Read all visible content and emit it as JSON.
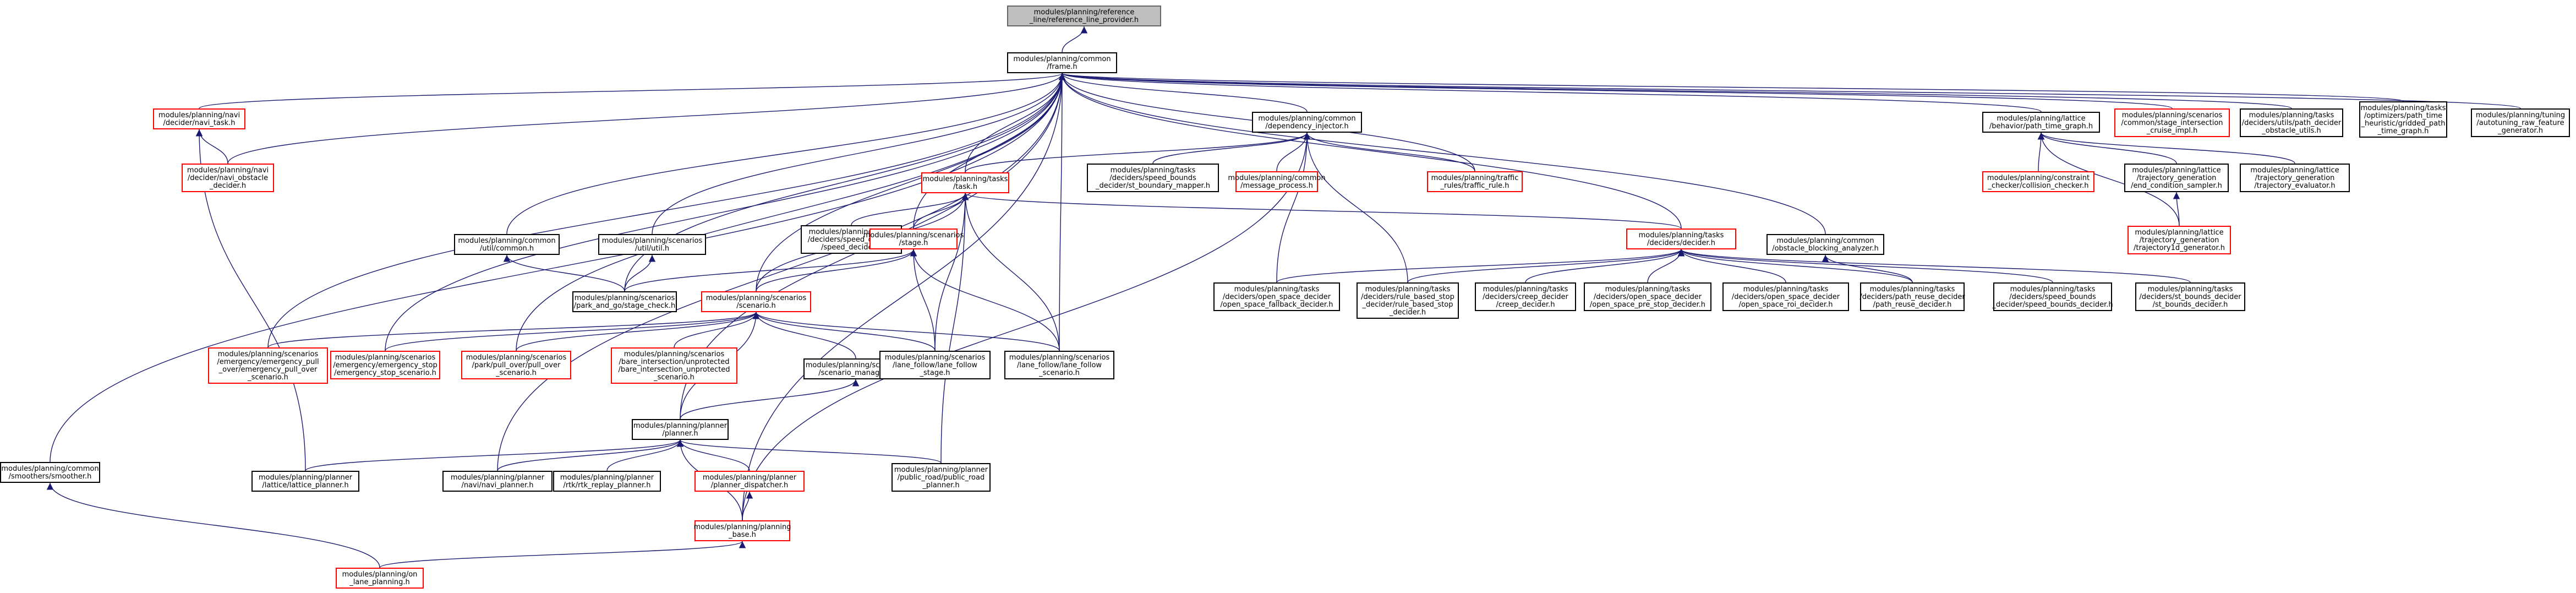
{
  "graph": {
    "title": "",
    "colors": {
      "edge": "#191970",
      "root_fill": "#bfbfbf",
      "root_border": "#666666",
      "node_border": "#000000",
      "truncated_border": "#ff0000",
      "background": "#ffffff"
    },
    "nodes": [
      {
        "id": "n0",
        "lines": [
          "modules/planning/reference",
          "_line/reference_line_provider.h"
        ],
        "style": "root",
        "tip": "This graph shows which files directly or indirectly include this file"
      },
      {
        "id": "n1",
        "lines": [
          "modules/planning/common",
          "/frame.h"
        ],
        "style": "black"
      },
      {
        "id": "n2",
        "lines": [
          "modules/planning/navi",
          "/decider/navi_task.h"
        ],
        "style": "red"
      },
      {
        "id": "n3",
        "lines": [
          "modules/planning/navi",
          "/decider/navi_obstacle",
          "_decider.h"
        ],
        "style": "red"
      },
      {
        "id": "n4",
        "lines": [
          "modules/planning/common",
          "/dependency_injector.h"
        ],
        "style": "black"
      },
      {
        "id": "n5",
        "lines": [
          "modules/planning/tasks",
          "/task.h"
        ],
        "style": "red"
      },
      {
        "id": "n6",
        "lines": [
          "modules/planning/tasks",
          "/deciders/speed_bounds",
          "_decider/st_boundary_mapper.h"
        ],
        "style": "black"
      },
      {
        "id": "n7",
        "lines": [
          "modules/planning/common",
          "/message_process.h"
        ],
        "style": "red"
      },
      {
        "id": "n8",
        "lines": [
          "modules/planning/traffic",
          "_rules/traffic_rule.h"
        ],
        "style": "red"
      },
      {
        "id": "n9",
        "lines": [
          "modules/planning/tasks",
          "/deciders/decider.h"
        ],
        "style": "red"
      },
      {
        "id": "n10",
        "lines": [
          "modules/planning/common",
          "/obstacle_blocking_analyzer.h"
        ],
        "style": "black"
      },
      {
        "id": "n11",
        "lines": [
          "modules/planning/lattice",
          "/behavior/path_time_graph.h"
        ],
        "style": "black"
      },
      {
        "id": "n12",
        "lines": [
          "modules/planning/constraint",
          "_checker/collision_checker.h"
        ],
        "style": "red"
      },
      {
        "id": "n13",
        "lines": [
          "modules/planning/lattice",
          "/trajectory_generation",
          "/end_condition_sampler.h"
        ],
        "style": "black"
      },
      {
        "id": "n14",
        "lines": [
          "modules/planning/lattice",
          "/trajectory_generation",
          "/trajectory_evaluator.h"
        ],
        "style": "black"
      },
      {
        "id": "n15",
        "lines": [
          "modules/planning/lattice",
          "/trajectory_generation",
          "/trajectory1d_generator.h"
        ],
        "style": "red"
      },
      {
        "id": "n16",
        "lines": [
          "modules/planning/scenarios",
          "/common/stage_intersection",
          "_cruise_impl.h"
        ],
        "style": "red"
      },
      {
        "id": "n17",
        "lines": [
          "modules/planning/tasks",
          "/deciders/utils/path_decider",
          "_obstacle_utils.h"
        ],
        "style": "black"
      },
      {
        "id": "n18",
        "lines": [
          "modules/planning/tasks",
          "/optimizers/path_time",
          "_heuristic/gridded_path",
          "_time_graph.h"
        ],
        "style": "black"
      },
      {
        "id": "n19",
        "lines": [
          "modules/planning/tuning",
          "/autotuning_raw_feature",
          "_generator.h"
        ],
        "style": "black"
      },
      {
        "id": "n20",
        "lines": [
          "modules/planning/common",
          "/util/common.h"
        ],
        "style": "black"
      },
      {
        "id": "n21",
        "lines": [
          "modules/planning/scenarios",
          "/util/util.h"
        ],
        "style": "black"
      },
      {
        "id": "n22",
        "lines": [
          "modules/planning/tasks",
          "/deciders/speed_decider",
          "/speed_decider.h"
        ],
        "style": "black"
      },
      {
        "id": "n23",
        "lines": [
          "modules/planning/scenarios",
          "/stage.h"
        ],
        "style": "red"
      },
      {
        "id": "n24",
        "lines": [
          "modules/planning/scenarios",
          "/park_and_go/stage_check.h"
        ],
        "style": "black"
      },
      {
        "id": "n25",
        "lines": [
          "modules/planning/scenarios",
          "/scenario.h"
        ],
        "style": "red"
      },
      {
        "id": "n26",
        "lines": [
          "modules/planning/tasks",
          "/deciders/open_space_decider",
          "/open_space_fallback_decider.h"
        ],
        "style": "black"
      },
      {
        "id": "n27",
        "lines": [
          "modules/planning/tasks",
          "/deciders/rule_based_stop",
          "_decider/rule_based_stop",
          "_decider.h"
        ],
        "style": "black"
      },
      {
        "id": "n28",
        "lines": [
          "modules/planning/tasks",
          "/deciders/creep_decider",
          "/creep_decider.h"
        ],
        "style": "black"
      },
      {
        "id": "n29",
        "lines": [
          "modules/planning/tasks",
          "/deciders/open_space_decider",
          "/open_space_pre_stop_decider.h"
        ],
        "style": "black"
      },
      {
        "id": "n30",
        "lines": [
          "modules/planning/tasks",
          "/deciders/open_space_decider",
          "/open_space_roi_decider.h"
        ],
        "style": "black"
      },
      {
        "id": "n31",
        "lines": [
          "modules/planning/tasks",
          "/deciders/path_reuse_decider",
          "/path_reuse_decider.h"
        ],
        "style": "black"
      },
      {
        "id": "n32",
        "lines": [
          "modules/planning/tasks",
          "/deciders/speed_bounds",
          "_decider/speed_bounds_decider.h"
        ],
        "style": "black"
      },
      {
        "id": "n33",
        "lines": [
          "modules/planning/tasks",
          "/deciders/st_bounds_decider",
          "/st_bounds_decider.h"
        ],
        "style": "black"
      },
      {
        "id": "n34",
        "lines": [
          "modules/planning/scenarios",
          "/emergency/emergency_pull",
          "_over/emergency_pull_over",
          "_scenario.h"
        ],
        "style": "red"
      },
      {
        "id": "n35",
        "lines": [
          "modules/planning/scenarios",
          "/emergency/emergency_stop",
          "/emergency_stop_scenario.h"
        ],
        "style": "red"
      },
      {
        "id": "n36",
        "lines": [
          "modules/planning/scenarios",
          "/park/pull_over/pull_over",
          "_scenario.h"
        ],
        "style": "red"
      },
      {
        "id": "n37",
        "lines": [
          "modules/planning/scenarios",
          "/bare_intersection/unprotected",
          "/bare_intersection_unprotected",
          "_scenario.h"
        ],
        "style": "red"
      },
      {
        "id": "n38",
        "lines": [
          "modules/planning/scenarios",
          "/scenario_manager.h"
        ],
        "style": "black"
      },
      {
        "id": "n39",
        "lines": [
          "modules/planning/scenarios",
          "/lane_follow/lane_follow",
          "_stage.h"
        ],
        "style": "black"
      },
      {
        "id": "n40",
        "lines": [
          "modules/planning/scenarios",
          "/lane_follow/lane_follow",
          "_scenario.h"
        ],
        "style": "black"
      },
      {
        "id": "n41",
        "lines": [
          "modules/planning/common",
          "/smoothers/smoother.h"
        ],
        "style": "black"
      },
      {
        "id": "n42",
        "lines": [
          "modules/planning/planner",
          "/planner.h"
        ],
        "style": "black"
      },
      {
        "id": "n43",
        "lines": [
          "modules/planning/planner",
          "/lattice/lattice_planner.h"
        ],
        "style": "black"
      },
      {
        "id": "n44",
        "lines": [
          "modules/planning/planner",
          "/navi/navi_planner.h"
        ],
        "style": "black"
      },
      {
        "id": "n45",
        "lines": [
          "modules/planning/planner",
          "/rtk/rtk_replay_planner.h"
        ],
        "style": "black"
      },
      {
        "id": "n46",
        "lines": [
          "modules/planning/planner",
          "/planner_dispatcher.h"
        ],
        "style": "red"
      },
      {
        "id": "n47",
        "lines": [
          "modules/planning/planner",
          "/public_road/public_road",
          "_planner.h"
        ],
        "style": "black"
      },
      {
        "id": "n48",
        "lines": [
          "modules/planning/planning",
          "_base.h"
        ],
        "style": "red"
      },
      {
        "id": "n49",
        "lines": [
          "modules/planning/on",
          "_lane_planning.h"
        ],
        "style": "red"
      }
    ],
    "edges": [
      [
        "n1",
        "n0"
      ],
      [
        "n2",
        "n1"
      ],
      [
        "n3",
        "n1"
      ],
      [
        "n3",
        "n2"
      ],
      [
        "n4",
        "n1"
      ],
      [
        "n5",
        "n1"
      ],
      [
        "n5",
        "n4"
      ],
      [
        "n6",
        "n4"
      ],
      [
        "n7",
        "n4"
      ],
      [
        "n8",
        "n1"
      ],
      [
        "n8",
        "n4"
      ],
      [
        "n9",
        "n1"
      ],
      [
        "n9",
        "n5"
      ],
      [
        "n10",
        "n1"
      ],
      [
        "n11",
        "n1"
      ],
      [
        "n12",
        "n11"
      ],
      [
        "n13",
        "n11"
      ],
      [
        "n14",
        "n11"
      ],
      [
        "n15",
        "n11"
      ],
      [
        "n15",
        "n13"
      ],
      [
        "n16",
        "n1"
      ],
      [
        "n17",
        "n1"
      ],
      [
        "n18",
        "n1"
      ],
      [
        "n19",
        "n1"
      ],
      [
        "n20",
        "n1"
      ],
      [
        "n21",
        "n1"
      ],
      [
        "n22",
        "n5"
      ],
      [
        "n23",
        "n1"
      ],
      [
        "n23",
        "n5"
      ],
      [
        "n24",
        "n1"
      ],
      [
        "n24",
        "n20"
      ],
      [
        "n24",
        "n21"
      ],
      [
        "n24",
        "n23"
      ],
      [
        "n25",
        "n1"
      ],
      [
        "n25",
        "n5"
      ],
      [
        "n25",
        "n23"
      ],
      [
        "n26",
        "n4"
      ],
      [
        "n26",
        "n9"
      ],
      [
        "n27",
        "n4"
      ],
      [
        "n27",
        "n9"
      ],
      [
        "n28",
        "n9"
      ],
      [
        "n29",
        "n9"
      ],
      [
        "n30",
        "n9"
      ],
      [
        "n31",
        "n10"
      ],
      [
        "n31",
        "n9"
      ],
      [
        "n32",
        "n9"
      ],
      [
        "n33",
        "n9"
      ],
      [
        "n34",
        "n1"
      ],
      [
        "n34",
        "n25"
      ],
      [
        "n35",
        "n1"
      ],
      [
        "n35",
        "n25"
      ],
      [
        "n36",
        "n1"
      ],
      [
        "n36",
        "n25"
      ],
      [
        "n37",
        "n25"
      ],
      [
        "n38",
        "n25"
      ],
      [
        "n39",
        "n5"
      ],
      [
        "n39",
        "n23"
      ],
      [
        "n39",
        "n25"
      ],
      [
        "n40",
        "n1"
      ],
      [
        "n40",
        "n5"
      ],
      [
        "n40",
        "n23"
      ],
      [
        "n40",
        "n25"
      ],
      [
        "n41",
        "n1"
      ],
      [
        "n42",
        "n1"
      ],
      [
        "n42",
        "n25"
      ],
      [
        "n42",
        "n38"
      ],
      [
        "n43",
        "n2"
      ],
      [
        "n43",
        "n42"
      ],
      [
        "n44",
        "n1"
      ],
      [
        "n44",
        "n42"
      ],
      [
        "n45",
        "n42"
      ],
      [
        "n46",
        "n42"
      ],
      [
        "n47",
        "n5"
      ],
      [
        "n47",
        "n42"
      ],
      [
        "n48",
        "n1"
      ],
      [
        "n48",
        "n4"
      ],
      [
        "n48",
        "n42"
      ],
      [
        "n48",
        "n46"
      ],
      [
        "n49",
        "n41"
      ],
      [
        "n49",
        "n48"
      ]
    ]
  }
}
